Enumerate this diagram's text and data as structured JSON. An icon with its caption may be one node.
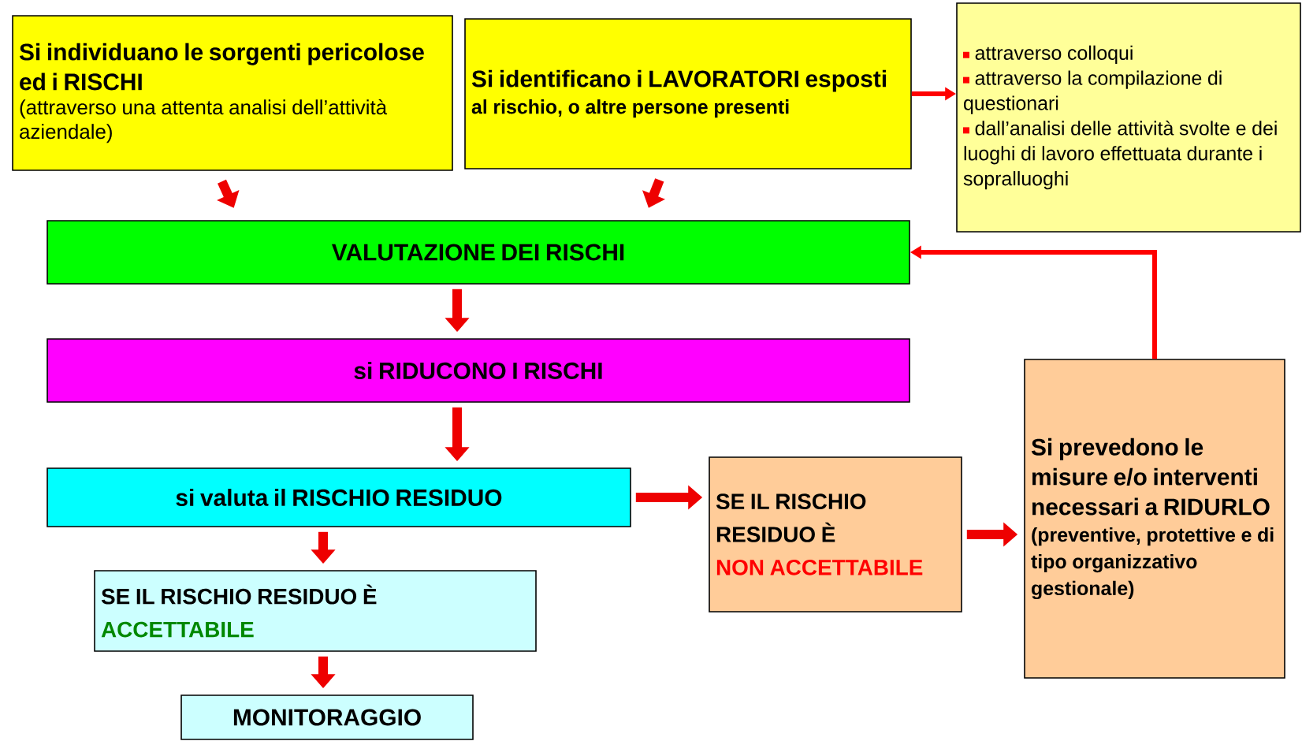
{
  "diagram": {
    "nodes": [
      {
        "text": [
          "Si individuano le sorgenti pericolose ed i RISCHI",
          "(attraverso una attenta analisi dell’attività aziendale)"
        ]
      },
      {
        "text": [
          "Si identificano i LAVORATORI esposti",
          "al rischio, o altre persone presenti"
        ]
      },
      {
        "text": [
          "attraverso colloqui",
          "attraverso la compilazione di questionari",
          "dall’analisi delle attività svolte e dei luoghi di lavoro effettuata durante i sopralluoghi"
        ]
      },
      {
        "text": [
          "VALUTAZIONE DEI RISCHI"
        ]
      },
      {
        "text": [
          "si RIDUCONO I RISCHI"
        ]
      },
      {
        "text": [
          "si valuta il RISCHIO RESIDUO"
        ]
      },
      {
        "text": [
          "SE IL RISCHIO RESIDUO È",
          "ACCETTABILE"
        ]
      },
      {
        "text": [
          "MONITORAGGIO"
        ]
      },
      {
        "text": [
          "SE IL RISCHIO RESIDUO È",
          "NON ACCETTABILE"
        ]
      },
      {
        "text": [
          "Si prevedono le misure e/o interventi necessari a RIDURLO",
          "(preventive, protettive e di tipo organizzativo gestionale)"
        ]
      }
    ],
    "edges": [
      {
        "from": 0,
        "to": 3,
        "arrow": "to"
      },
      {
        "from": 1,
        "to": 3,
        "arrow": "to"
      },
      {
        "from": 1,
        "to": 2,
        "arrow": "to",
        "color": "#ff0000"
      },
      {
        "from": 3,
        "to": 4,
        "arrow": "to"
      },
      {
        "from": 4,
        "to": 5,
        "arrow": "to"
      },
      {
        "from": 5,
        "to": 8,
        "arrow": "to"
      },
      {
        "from": 5,
        "to": 6,
        "arrow": "to"
      },
      {
        "from": 6,
        "to": 7,
        "arrow": "to"
      },
      {
        "from": 8,
        "to": 9,
        "arrow": "to"
      },
      {
        "from": 9,
        "to": 3,
        "arrow": "to",
        "color": "#ff0000"
      }
    ]
  }
}
